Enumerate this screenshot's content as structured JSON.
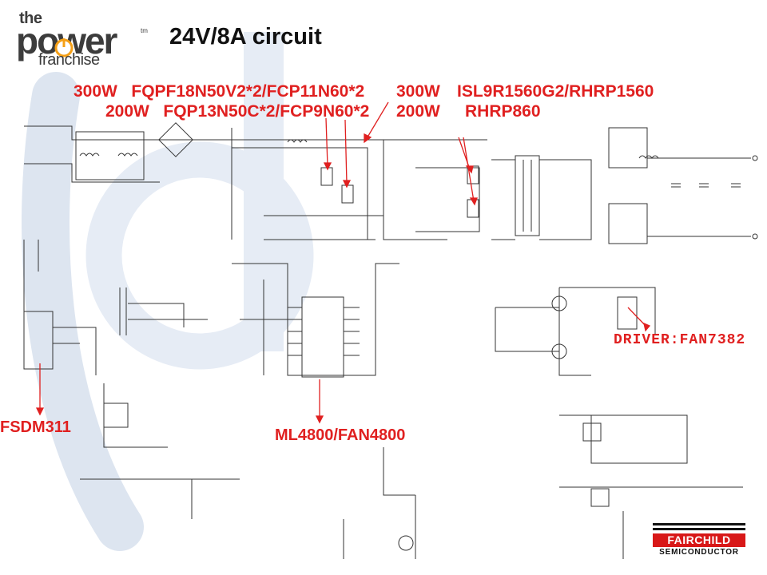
{
  "logo": {
    "the": "the",
    "power": "power",
    "franchise": "franchise",
    "tm": "tm"
  },
  "title": "24V/8A circuit",
  "labels": {
    "mosfet_300w": "300W   FQPF18N50V2*2/FCP11N60*2",
    "mosfet_200w": "200W   FQP13N50C*2/FCP9N60*2",
    "diode_300w_power": "300W",
    "diode_300w_part": "ISL9R1560G2/RHRP1560",
    "diode_200w_power": "200W",
    "diode_200w_part": "RHRP860",
    "driver": "DRIVER:FAN7382",
    "pwm_ic": "FSDM311",
    "pfc_ic": "ML4800/FAN4800"
  },
  "brand": {
    "name": "FAIRCHILD",
    "sub": "SEMICONDUCTOR"
  },
  "colors": {
    "accent_red": "#e02020",
    "wire": "#333333",
    "watermark": "#dde5f0",
    "logo_orange": "#f5a017"
  }
}
